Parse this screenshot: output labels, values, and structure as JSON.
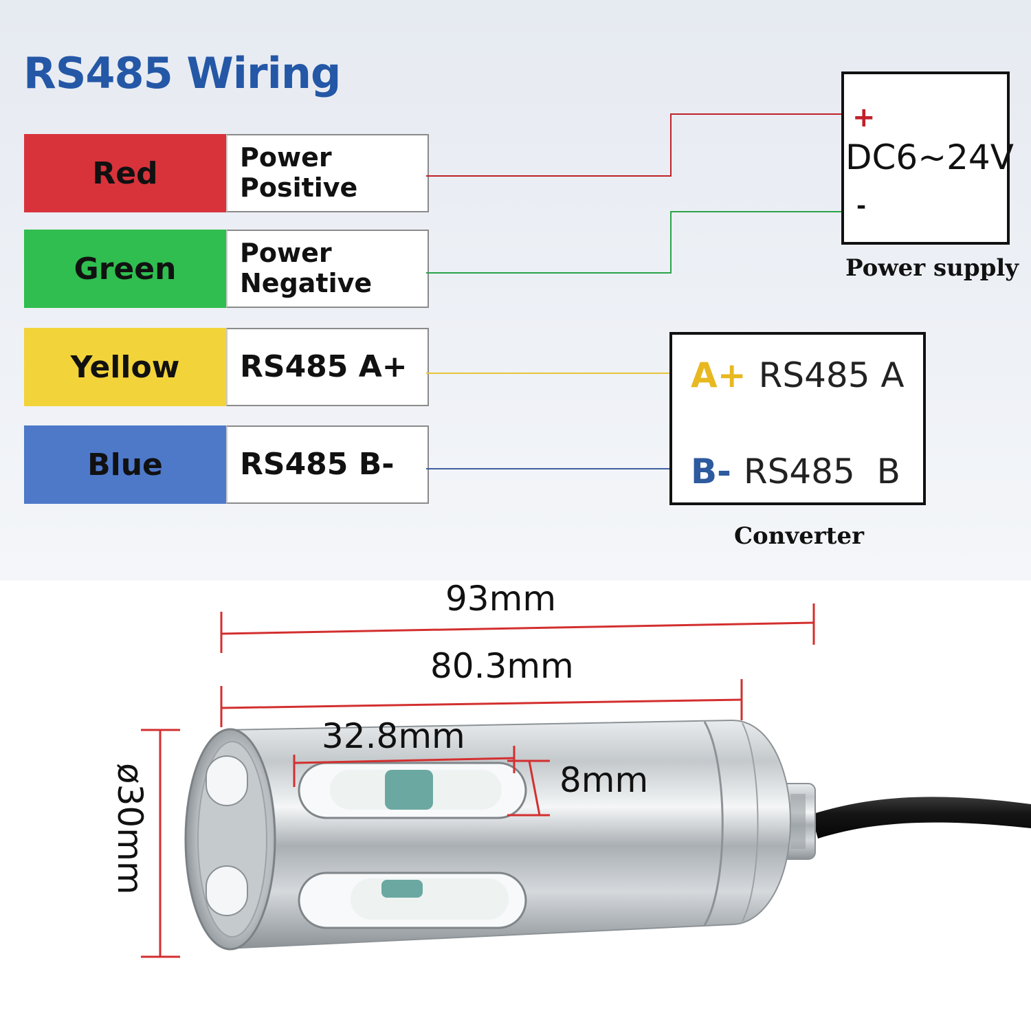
{
  "title": "RS485 Wiring",
  "wires": [
    {
      "color_name": "Red",
      "function_lines": [
        "Power",
        "Positive"
      ],
      "swatch": "#d8333b",
      "wire": "#c0222a"
    },
    {
      "color_name": "Green",
      "function_lines": [
        "Power",
        "Negative"
      ],
      "swatch": "#2fbe4f",
      "wire": "#2aa34a"
    },
    {
      "color_name": "Yellow",
      "function": "RS485 A+",
      "swatch": "#f3d33a",
      "wire": "#e8c53a"
    },
    {
      "color_name": "Blue",
      "function": "RS485 B-",
      "swatch": "#4e79c9",
      "wire": "#3e5f9e"
    }
  ],
  "power_supply": {
    "plus": "+",
    "voltage": "DC6~24V",
    "minus": "-",
    "caption": "Power supply"
  },
  "converter": {
    "lines": [
      {
        "pin": "A+",
        "label": "RS485 A",
        "pin_color": "#e8b820"
      },
      {
        "pin": "B-",
        "label": "RS485  B",
        "pin_color": "#2e5a9e"
      }
    ],
    "caption": "Converter"
  },
  "dimensions": {
    "total_length": "93mm",
    "body_length": "80.3mm",
    "slot_length": "32.8mm",
    "slot_width": "8mm",
    "diameter": "ø30mm"
  },
  "colors": {
    "title": "#2457a6",
    "dimension_line": "#d32f2f"
  }
}
